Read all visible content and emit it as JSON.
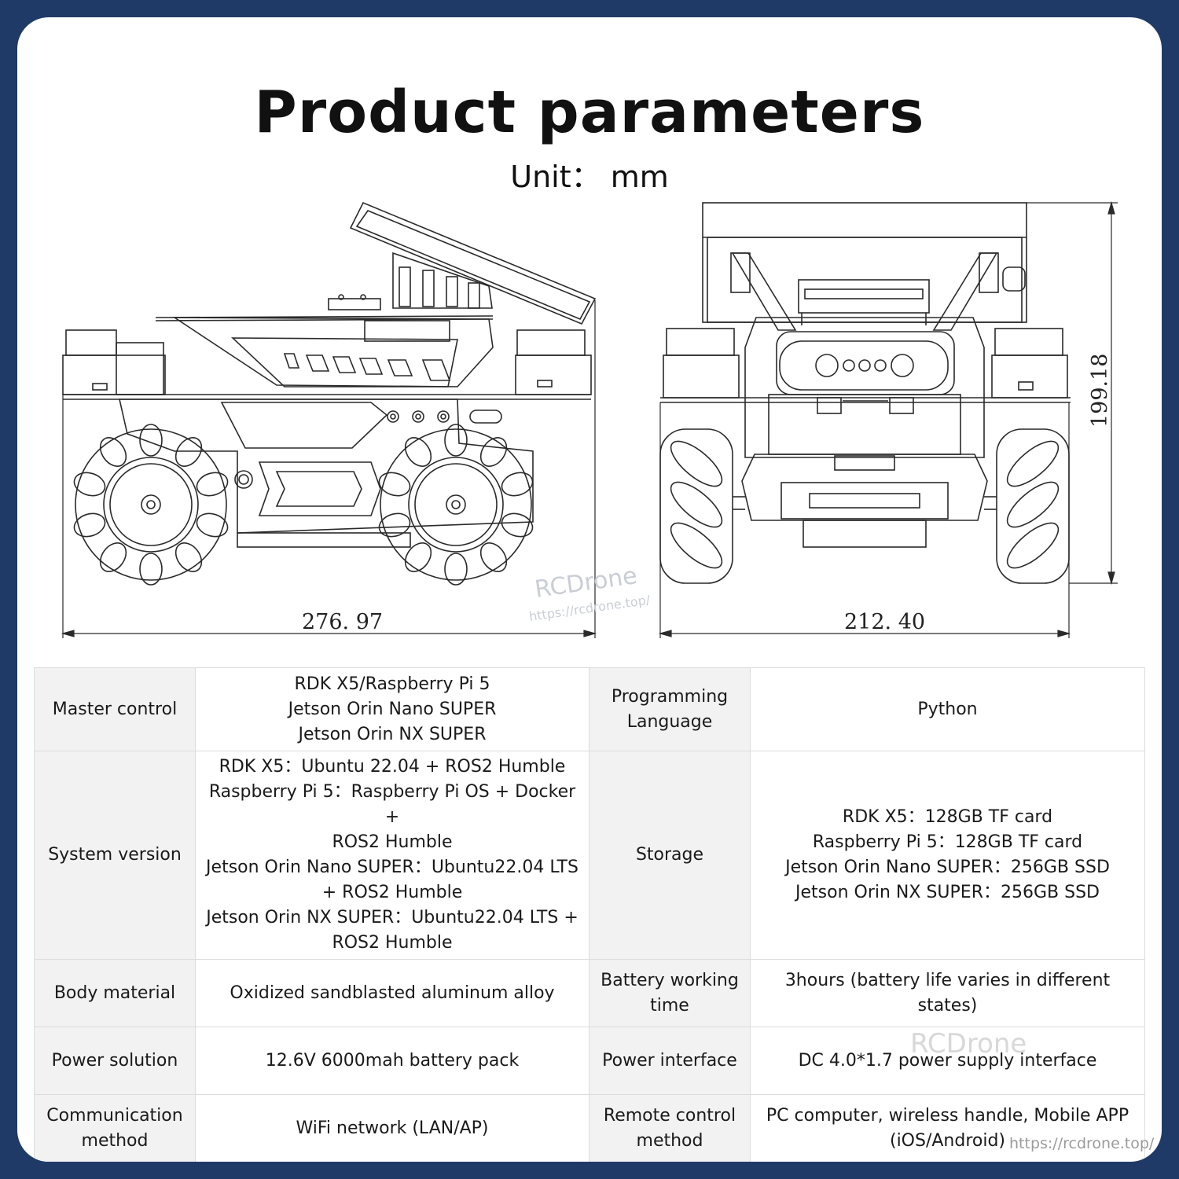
{
  "header": {
    "title": "Product parameters",
    "unit": "Unit：  mm"
  },
  "dimensions": {
    "length": "276. 97",
    "width": "212. 40",
    "height": "199.18"
  },
  "watermark": {
    "brand": "RCDrone",
    "url": "https://rcdrone.top/"
  },
  "params": {
    "rows": [
      {
        "label_left": "Master control",
        "value_left": "RDK X5/Raspberry Pi 5\nJetson Orin Nano SUPER\nJetson Orin NX SUPER",
        "label_right": "Programming\nLanguage",
        "value_right": "Python"
      },
      {
        "label_left": "System version",
        "value_left": "RDK X5：Ubuntu 22.04 + ROS2 Humble\nRaspberry Pi 5：Raspberry Pi OS + Docker +\nROS2 Humble\nJetson Orin Nano SUPER：Ubuntu22.04 LTS\n+ ROS2 Humble\nJetson Orin NX SUPER：Ubuntu22.04 LTS +\nROS2 Humble",
        "label_right": "Storage",
        "value_right": "RDK X5：128GB TF card\nRaspberry Pi 5：128GB TF card\nJetson Orin Nano SUPER：256GB SSD\nJetson Orin NX SUPER：256GB SSD"
      },
      {
        "label_left": "Body material",
        "value_left": "Oxidized sandblasted aluminum alloy",
        "label_right": "Battery working\ntime",
        "value_right": "3hours (battery life varies in different states)"
      },
      {
        "label_left": "Power solution",
        "value_left": "12.6V 6000mah battery pack",
        "label_right": "Power interface",
        "value_right": "DC 4.0*1.7 power supply interface"
      },
      {
        "label_left": "Communication\nmethod",
        "value_left": "WiFi network (LAN/AP)",
        "label_right": "Remote control\nmethod",
        "value_right": "PC computer, wireless handle, Mobile APP\n(iOS/Android)"
      }
    ]
  }
}
